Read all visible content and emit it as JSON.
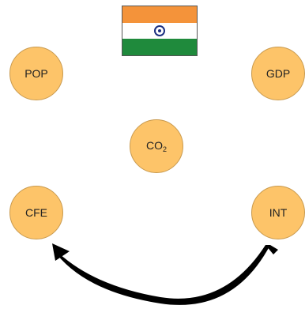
{
  "flag": {
    "name": "india-flag-icon"
  },
  "nodes": {
    "pop": {
      "label": "POP"
    },
    "gdp": {
      "label": "GDP"
    },
    "co2": {
      "label": "CO",
      "subscript": "2"
    },
    "cfe": {
      "label": "CFE"
    },
    "int": {
      "label": "INT"
    }
  },
  "arrow": {
    "from": "INT",
    "to": "CFE"
  }
}
